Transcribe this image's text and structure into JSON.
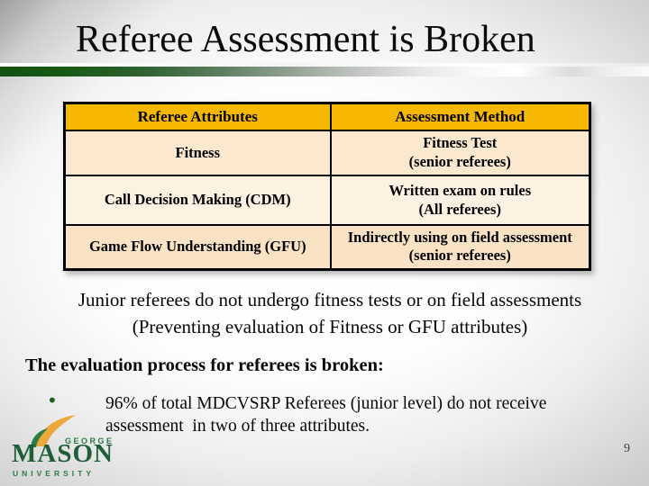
{
  "slide": {
    "title": "Referee Assessment is Broken",
    "page_number": "9"
  },
  "table": {
    "headers": [
      "Referee Attributes",
      "Assessment Method"
    ],
    "rows": [
      {
        "attribute": "Fitness",
        "method": [
          "Fitness Test",
          "(senior referees)"
        ]
      },
      {
        "attribute": "Call Decision Making (CDM)",
        "method": [
          "Written exam on rules",
          "(All referees)"
        ]
      },
      {
        "attribute": "Game Flow Understanding (GFU)",
        "method": [
          "Indirectly using on field assessment",
          "(senior referees)"
        ]
      }
    ]
  },
  "notes": {
    "line1": "Junior referees do not undergo fitness tests or on field assessments",
    "line2": "(Preventing evaluation of Fitness or GFU attributes)"
  },
  "statement": "The evaluation process for referees is broken:",
  "bullet": {
    "marker": "•",
    "text": "96% of total MDCVSRP Referees (junior level) do not receive assessment  in two of three attributes."
  },
  "logo": {
    "line1": "GEORGE",
    "line2": "MASON",
    "line3": "UNIVERSITY"
  },
  "colors": {
    "table_header_bg": "#F5B700",
    "table_row1_bg": "#FBE8CE",
    "table_row2_bg": "#FDF2E1",
    "table_row3_bg": "#FAE3C4",
    "divider_green": "#145212",
    "bullet_green": "#176117",
    "logo_green_dark": "#1E5F38",
    "logo_green": "#2C7A43",
    "logo_gold": "#EBA93C"
  }
}
